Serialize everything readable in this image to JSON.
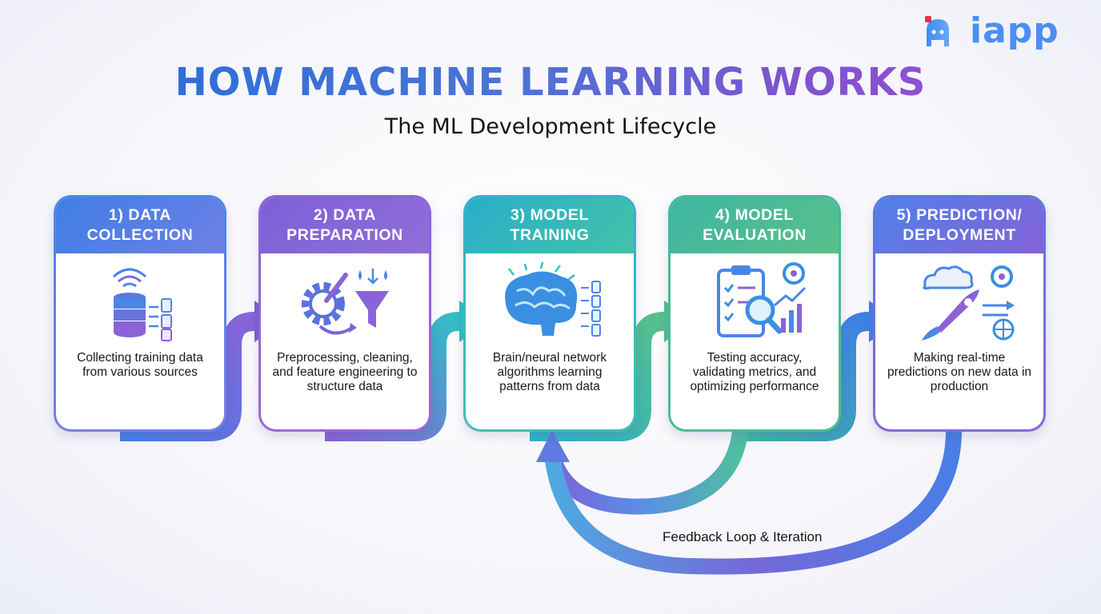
{
  "brand": {
    "logo_text": "iapp"
  },
  "title": "HOW MACHINE LEARNING WORKS",
  "subtitle": "The ML Development Lifecycle",
  "steps": [
    {
      "heading": "1) DATA COLLECTION",
      "description": "Collecting training data from various sources",
      "icon": "database-wifi-icon"
    },
    {
      "heading": "2) DATA PREPARATION",
      "description": "Preprocessing, cleaning, and feature engineering to structure data",
      "icon": "gear-funnel-icon"
    },
    {
      "heading": "3) MODEL TRAINING",
      "description": "Brain/neural network algorithms learning patterns from data",
      "icon": "brain-icon"
    },
    {
      "heading": "4) MODEL EVALUATION",
      "description": "Testing accuracy, validating metrics, and optimizing performance",
      "icon": "clipboard-chart-icon"
    },
    {
      "heading": "5) PREDICTION/ DEPLOYMENT",
      "description": "Making real-time predictions on new data in production",
      "icon": "rocket-target-icon"
    }
  ],
  "feedback_loop": {
    "label": "Feedback Loop & Iteration"
  },
  "colors": {
    "blue": "#3e7fe6",
    "purple": "#8a63d8",
    "teal": "#2aaecb",
    "green": "#4fbd8d",
    "title_gradient_start": "#2f6fd8",
    "title_gradient_end": "#8f4fd0"
  }
}
